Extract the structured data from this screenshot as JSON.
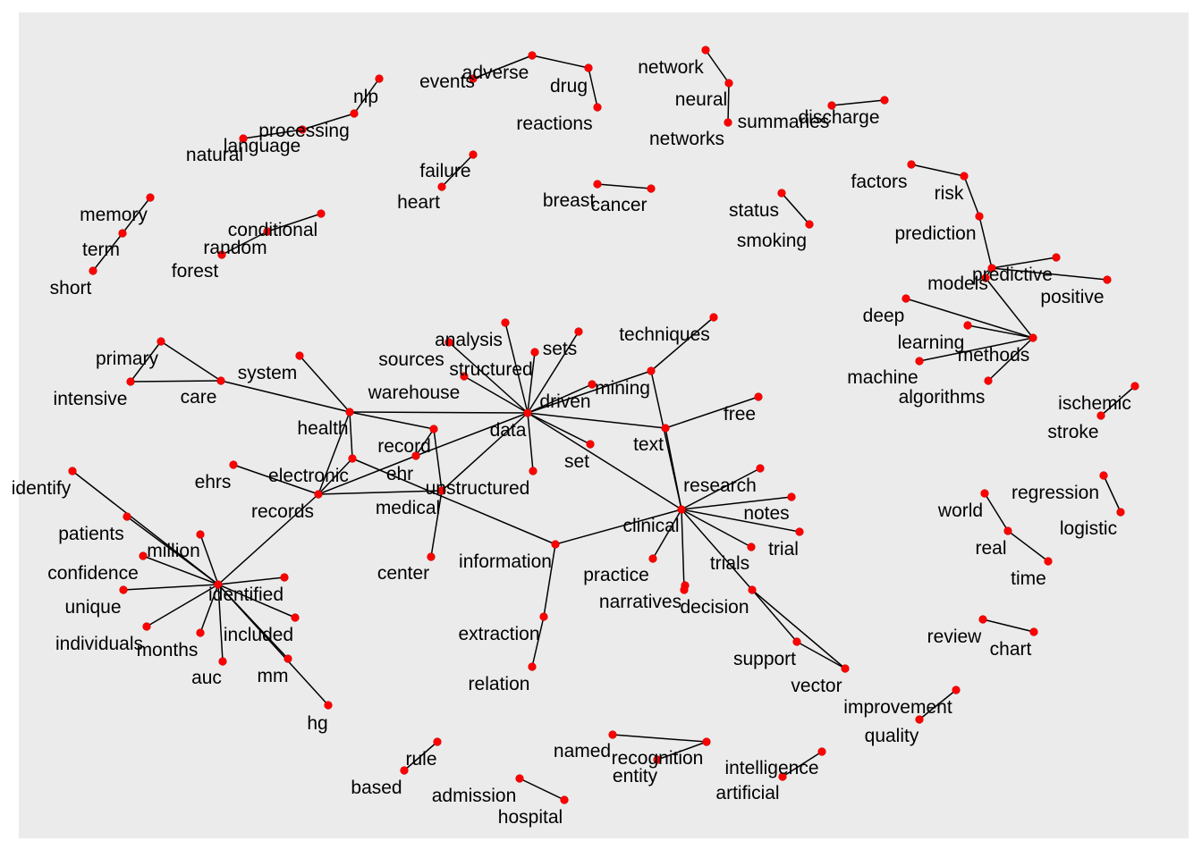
{
  "colors": {
    "background": "#ebebeb",
    "node": "#ff0000",
    "edge": "#000000",
    "label": "#000000"
  },
  "nodes": [
    {
      "id": "nlp",
      "label": "nlp"
    },
    {
      "id": "processing",
      "label": "processing"
    },
    {
      "id": "language",
      "label": "language"
    },
    {
      "id": "natural",
      "label": "natural"
    },
    {
      "id": "events",
      "label": "events"
    },
    {
      "id": "adverse",
      "label": "adverse"
    },
    {
      "id": "drug",
      "label": "drug"
    },
    {
      "id": "reactions",
      "label": "reactions"
    },
    {
      "id": "network",
      "label": "network"
    },
    {
      "id": "neural",
      "label": "neural"
    },
    {
      "id": "networks",
      "label": "networks"
    },
    {
      "id": "summaries",
      "label": "summaries"
    },
    {
      "id": "discharge",
      "label": "discharge"
    },
    {
      "id": "failure",
      "label": "failure"
    },
    {
      "id": "heart",
      "label": "heart"
    },
    {
      "id": "breast",
      "label": "breast"
    },
    {
      "id": "cancer",
      "label": "cancer"
    },
    {
      "id": "status",
      "label": "status"
    },
    {
      "id": "smoking",
      "label": "smoking"
    },
    {
      "id": "memory",
      "label": "memory"
    },
    {
      "id": "term",
      "label": "term"
    },
    {
      "id": "short",
      "label": "short"
    },
    {
      "id": "conditional",
      "label": "conditional"
    },
    {
      "id": "random",
      "label": "random"
    },
    {
      "id": "forest",
      "label": "forest"
    },
    {
      "id": "factors",
      "label": "factors"
    },
    {
      "id": "risk",
      "label": "risk"
    },
    {
      "id": "prediction",
      "label": "prediction"
    },
    {
      "id": "models",
      "label": "models"
    },
    {
      "id": "predictive",
      "label": "predictive"
    },
    {
      "id": "positive",
      "label": "positive"
    },
    {
      "id": "deep",
      "label": "deep"
    },
    {
      "id": "learning",
      "label": "learning"
    },
    {
      "id": "methods",
      "label": "methods"
    },
    {
      "id": "machine",
      "label": "machine"
    },
    {
      "id": "algorithms",
      "label": "algorithms"
    },
    {
      "id": "ischemic",
      "label": "ischemic"
    },
    {
      "id": "stroke",
      "label": "stroke"
    },
    {
      "id": "primary",
      "label": "primary"
    },
    {
      "id": "intensive",
      "label": "intensive"
    },
    {
      "id": "care",
      "label": "care"
    },
    {
      "id": "system",
      "label": "system"
    },
    {
      "id": "health",
      "label": "health"
    },
    {
      "id": "analysis",
      "label": "analysis"
    },
    {
      "id": "sources",
      "label": "sources"
    },
    {
      "id": "sets",
      "label": "sets"
    },
    {
      "id": "structured",
      "label": "structured"
    },
    {
      "id": "warehouse",
      "label": "warehouse"
    },
    {
      "id": "driven",
      "label": "driven"
    },
    {
      "id": "data",
      "label": "data"
    },
    {
      "id": "techniques",
      "label": "techniques"
    },
    {
      "id": "mining",
      "label": "mining"
    },
    {
      "id": "free",
      "label": "free"
    },
    {
      "id": "text",
      "label": "text"
    },
    {
      "id": "record",
      "label": "record"
    },
    {
      "id": "ehr",
      "label": "ehr"
    },
    {
      "id": "set",
      "label": "set"
    },
    {
      "id": "electronic",
      "label": "electronic"
    },
    {
      "id": "ehrs",
      "label": "ehrs"
    },
    {
      "id": "records",
      "label": "records"
    },
    {
      "id": "medical",
      "label": "medical"
    },
    {
      "id": "unstructured",
      "label": "unstructured"
    },
    {
      "id": "research",
      "label": "research"
    },
    {
      "id": "clinical",
      "label": "clinical"
    },
    {
      "id": "notes",
      "label": "notes"
    },
    {
      "id": "trial",
      "label": "trial"
    },
    {
      "id": "trials",
      "label": "trials"
    },
    {
      "id": "practice",
      "label": "practice"
    },
    {
      "id": "narratives",
      "label": "narratives"
    },
    {
      "id": "decision",
      "label": "decision"
    },
    {
      "id": "support",
      "label": "support"
    },
    {
      "id": "vector",
      "label": "vector"
    },
    {
      "id": "information",
      "label": "information"
    },
    {
      "id": "extraction",
      "label": "extraction"
    },
    {
      "id": "relation",
      "label": "relation"
    },
    {
      "id": "center",
      "label": "center"
    },
    {
      "id": "identify",
      "label": "identify"
    },
    {
      "id": "patients",
      "label": "patients"
    },
    {
      "id": "million",
      "label": "million"
    },
    {
      "id": "confidence",
      "label": "confidence"
    },
    {
      "id": "unique",
      "label": "unique"
    },
    {
      "id": "identified",
      "label": "identified"
    },
    {
      "id": "individuals",
      "label": "individuals"
    },
    {
      "id": "months",
      "label": "months"
    },
    {
      "id": "included",
      "label": "included"
    },
    {
      "id": "auc",
      "label": "auc"
    },
    {
      "id": "mm",
      "label": "mm"
    },
    {
      "id": "hg",
      "label": "hg"
    },
    {
      "id": "world",
      "label": "world"
    },
    {
      "id": "real",
      "label": "real"
    },
    {
      "id": "time",
      "label": "time"
    },
    {
      "id": "regression",
      "label": "regression"
    },
    {
      "id": "logistic",
      "label": "logistic"
    },
    {
      "id": "review",
      "label": "review"
    },
    {
      "id": "chart",
      "label": "chart"
    },
    {
      "id": "improvement",
      "label": "improvement"
    },
    {
      "id": "quality",
      "label": "quality"
    },
    {
      "id": "rule",
      "label": "rule"
    },
    {
      "id": "based",
      "label": "based"
    },
    {
      "id": "admission",
      "label": "admission"
    },
    {
      "id": "hospital",
      "label": "hospital"
    },
    {
      "id": "named",
      "label": "named"
    },
    {
      "id": "recognition",
      "label": "recognition"
    },
    {
      "id": "entity",
      "label": "entity"
    },
    {
      "id": "intelligence",
      "label": "intelligence"
    },
    {
      "id": "artificial",
      "label": "artificial"
    }
  ],
  "edges": [
    [
      "natural",
      "language"
    ],
    [
      "language",
      "processing"
    ],
    [
      "processing",
      "nlp"
    ],
    [
      "events",
      "adverse"
    ],
    [
      "adverse",
      "drug"
    ],
    [
      "drug",
      "reactions"
    ],
    [
      "network",
      "neural"
    ],
    [
      "neural",
      "networks"
    ],
    [
      "summaries",
      "discharge"
    ],
    [
      "heart",
      "failure"
    ],
    [
      "breast",
      "cancer"
    ],
    [
      "status",
      "smoking"
    ],
    [
      "short",
      "term"
    ],
    [
      "term",
      "memory"
    ],
    [
      "random",
      "conditional"
    ],
    [
      "forest",
      "random"
    ],
    [
      "factors",
      "risk"
    ],
    [
      "risk",
      "prediction"
    ],
    [
      "prediction",
      "predictive"
    ],
    [
      "models",
      "predictive"
    ],
    [
      "predictive",
      "positive"
    ],
    [
      "models",
      "methods"
    ],
    [
      "deep",
      "methods"
    ],
    [
      "learning",
      "methods"
    ],
    [
      "machine",
      "methods"
    ],
    [
      "methods",
      "algorithms"
    ],
    [
      "ischemic",
      "stroke"
    ],
    [
      "primary",
      "care"
    ],
    [
      "intensive",
      "care"
    ],
    [
      "primary",
      "intensive"
    ],
    [
      "care",
      "health"
    ],
    [
      "system",
      "health"
    ],
    [
      "health",
      "data"
    ],
    [
      "health",
      "records"
    ],
    [
      "health",
      "electronic"
    ],
    [
      "health",
      "record"
    ],
    [
      "analysis",
      "data"
    ],
    [
      "sources",
      "data"
    ],
    [
      "sets",
      "data"
    ],
    [
      "structured",
      "data"
    ],
    [
      "warehouse",
      "data"
    ],
    [
      "driven",
      "data"
    ],
    [
      "mining",
      "data"
    ],
    [
      "data",
      "text"
    ],
    [
      "data",
      "set"
    ],
    [
      "data",
      "unstructured"
    ],
    [
      "data",
      "clinical"
    ],
    [
      "data",
      "ehr"
    ],
    [
      "data",
      "medical"
    ],
    [
      "techniques",
      "mining"
    ],
    [
      "mining",
      "clinical"
    ],
    [
      "text",
      "free"
    ],
    [
      "text",
      "clinical"
    ],
    [
      "record",
      "ehr"
    ],
    [
      "record",
      "medical"
    ],
    [
      "electronic",
      "records"
    ],
    [
      "ehrs",
      "records"
    ],
    [
      "records",
      "medical"
    ],
    [
      "records",
      "identified"
    ],
    [
      "records",
      "ehr"
    ],
    [
      "medical",
      "center"
    ],
    [
      "electronic",
      "information"
    ],
    [
      "information",
      "clinical"
    ],
    [
      "information",
      "extraction"
    ],
    [
      "extraction",
      "relation"
    ],
    [
      "clinical",
      "research"
    ],
    [
      "clinical",
      "notes"
    ],
    [
      "clinical",
      "trial"
    ],
    [
      "clinical",
      "trials"
    ],
    [
      "clinical",
      "practice"
    ],
    [
      "clinical",
      "decision"
    ],
    [
      "clinical",
      "support"
    ],
    [
      "support",
      "vector"
    ],
    [
      "identify",
      "identified"
    ],
    [
      "patients",
      "identified"
    ],
    [
      "million",
      "identified"
    ],
    [
      "confidence",
      "identified"
    ],
    [
      "unique",
      "identified"
    ],
    [
      "individuals",
      "identified"
    ],
    [
      "months",
      "identified"
    ],
    [
      "included",
      "identified"
    ],
    [
      "auc",
      "identified"
    ],
    [
      "mm",
      "identified"
    ],
    [
      "hg",
      "identified"
    ],
    [
      "identified",
      "identified2"
    ],
    [
      "world",
      "real"
    ],
    [
      "real",
      "time"
    ],
    [
      "regression",
      "logistic"
    ],
    [
      "review",
      "chart"
    ],
    [
      "improvement",
      "quality"
    ],
    [
      "rule",
      "based"
    ],
    [
      "admission",
      "hospital"
    ],
    [
      "named",
      "recognition"
    ],
    [
      "recognition",
      "entity"
    ],
    [
      "intelligence",
      "artificial"
    ]
  ]
}
